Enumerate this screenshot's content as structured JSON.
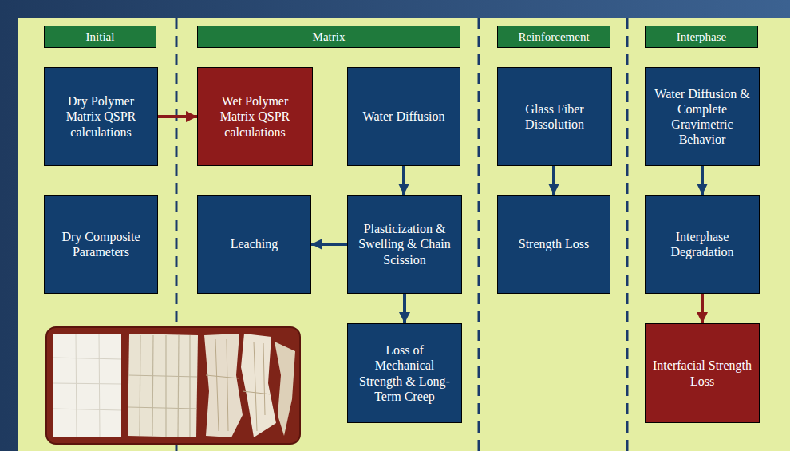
{
  "diagram": {
    "nodes": [
      {
        "text": [
          "Initial"
        ]
      },
      {
        "text": [
          "Matrix"
        ]
      },
      {
        "text": [
          "Reinforcement"
        ]
      },
      {
        "text": [
          "Interphase"
        ]
      },
      {
        "text": [
          "Dry Polymer Matrix QSPR calculations"
        ]
      },
      {
        "text": [
          "Wet Polymer Matrix QSPR calculations"
        ]
      },
      {
        "text": [
          "Water Diffusion"
        ]
      },
      {
        "text": [
          "Glass Fiber Dissolution"
        ]
      },
      {
        "text": [
          "Water Diffusion & Complete Gravimetric Behavior"
        ]
      },
      {
        "text": [
          "Dry Composite Parameters"
        ]
      },
      {
        "text": [
          "Leaching"
        ]
      },
      {
        "text": [
          "Plasticization & Swelling & Chain Scission"
        ]
      },
      {
        "text": [
          "Strength Loss"
        ]
      },
      {
        "text": [
          "Interphase Degradation"
        ]
      },
      {
        "text": [
          "Loss of Mechanical Strength & Long-Term Creep"
        ]
      },
      {
        "text": [
          "Interfacial Strength Loss"
        ]
      }
    ],
    "edges": [
      {
        "from": 4,
        "to": 5,
        "arrow": "to"
      },
      {
        "from": 6,
        "to": 11,
        "arrow": "to"
      },
      {
        "from": 11,
        "to": 10,
        "arrow": "to"
      },
      {
        "from": 11,
        "to": 14,
        "arrow": "to"
      },
      {
        "from": 7,
        "to": 12,
        "arrow": "to"
      },
      {
        "from": 8,
        "to": 13,
        "arrow": "to"
      },
      {
        "from": 13,
        "to": 15,
        "arrow": "to"
      }
    ]
  }
}
